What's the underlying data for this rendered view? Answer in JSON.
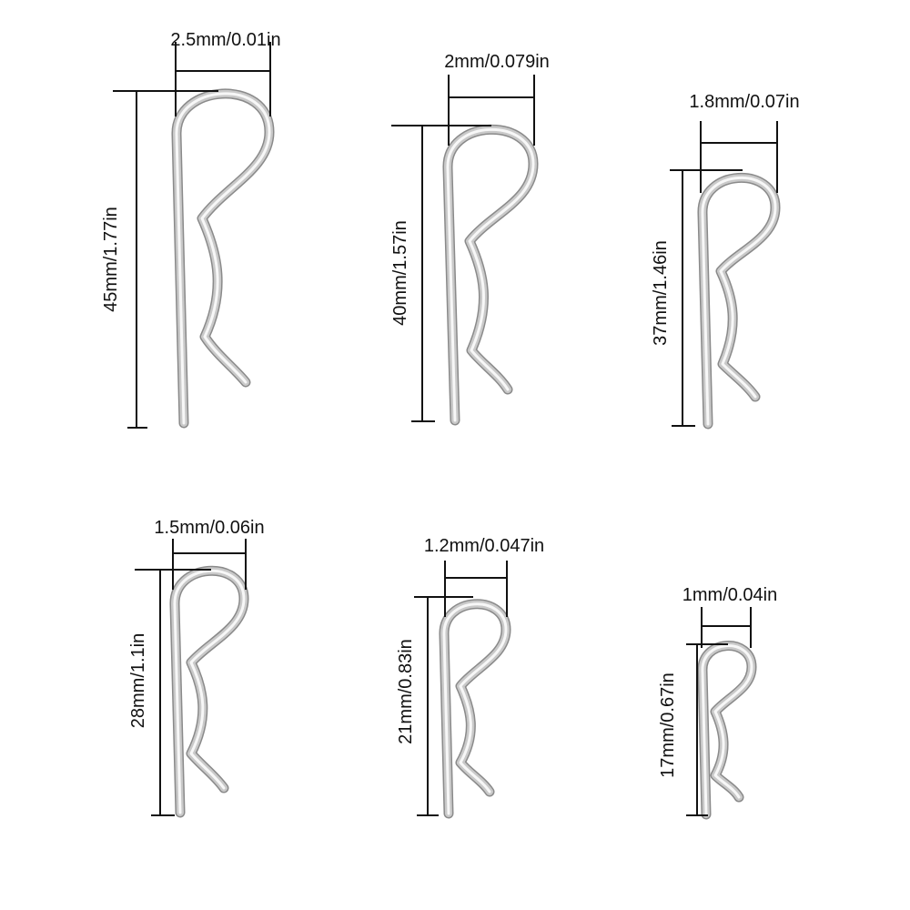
{
  "colors": {
    "background": "#ffffff",
    "dimension_line": "#111111",
    "pin_highlight": "#f7f7f7",
    "pin_mid": "#c9c9c9",
    "pin_shadow": "#8a8a8a"
  },
  "pins": [
    {
      "width_label": "2.5mm/0.01in",
      "length_label": "45mm/1.77in"
    },
    {
      "width_label": "2mm/0.079in",
      "length_label": "40mm/1.57in"
    },
    {
      "width_label": "1.8mm/0.07in",
      "length_label": "37mm/1.46in"
    },
    {
      "width_label": "1.5mm/0.06in",
      "length_label": "28mm/1.1in"
    },
    {
      "width_label": "1.2mm/0.047in",
      "length_label": "21mm/0.83in"
    },
    {
      "width_label": "1mm/0.04in",
      "length_label": "17mm/0.67in"
    }
  ]
}
